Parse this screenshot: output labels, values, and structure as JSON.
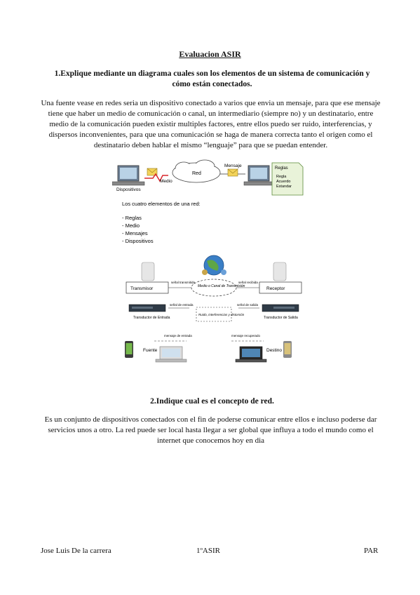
{
  "document": {
    "title": "Evaluacion ASIR",
    "q1": {
      "heading": "1.Explique mediante un diagrama cuales son los elementos de un sistema de comunicación y cómo están conectados.",
      "answer": "Una fuente vease en redes seria un dispositivo conectado a varios que envia un mensaje, para que ese mensaje tiene que haber un medio de comunicación o canal, un intermediario (siempre no) y un destinatario, entre medio de la comunicación pueden existir multiples factores, entre ellos puedo ser ruido, interferencias, y dispersos inconvenientes, para que una comunicación se haga de manera correcta tanto el origen como el destinatario deben hablar el mismo “lenguaje” para que se puedan entender."
    },
    "q2": {
      "heading": "2.Indique cual es el concepto de red.",
      "answer": "Es un conjunto de dispositivos conectados con el fin de poderse comunicar entre ellos e incluso poderse dar servicios unos a otro. La red puede ser local hasta llegar a ser global que influya a todo el mundo como el internet que conocemos hoy en dia"
    }
  },
  "figure1": {
    "mensaje": "Mensaje",
    "red": "Red",
    "medio": "Medio",
    "dispositivos": "Dispositivos",
    "reglas_box": [
      "Reglas",
      "Regla",
      "Acuerdo",
      "Estandar"
    ],
    "list_title": "Los cuatro elementos de una red:",
    "list_items": [
      "- Reglas",
      "- Medio",
      "- Mensajes",
      "- Dispositivos"
    ]
  },
  "figure2": {
    "transmisor": "Transmisor",
    "receptor": "Receptor",
    "senal_left": "señal transmitida",
    "senal_right": "señal recibida",
    "medio_canal": "Medio o Canal de Transmisión",
    "senal_entrada": "señal de entrada",
    "senal_salida": "señal de salida",
    "ruido": "Ruido, interferencias y distorsión",
    "trans_entrada": "Transductor de Entrada",
    "trans_salida": "Transductor de Salida",
    "mensaje_origen": "mensaje de entrada",
    "mensaje_destino": "mensaje recuperado",
    "fuente": "Fuente",
    "destino": "Destino"
  },
  "footer": {
    "author": "Jose Luis De la carrera",
    "course": "1ºASIR",
    "tag": "PAR"
  }
}
